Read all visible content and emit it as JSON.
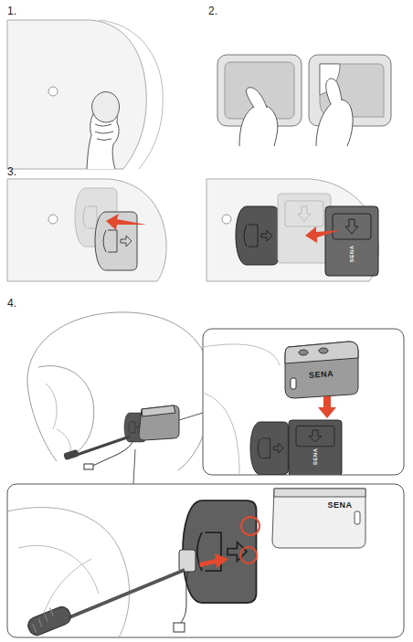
{
  "diagram": {
    "labels": [
      "1.",
      "2.",
      "3.",
      "4.",
      "SENA",
      "SENA",
      "SENA",
      "SENA"
    ]
  }
}
